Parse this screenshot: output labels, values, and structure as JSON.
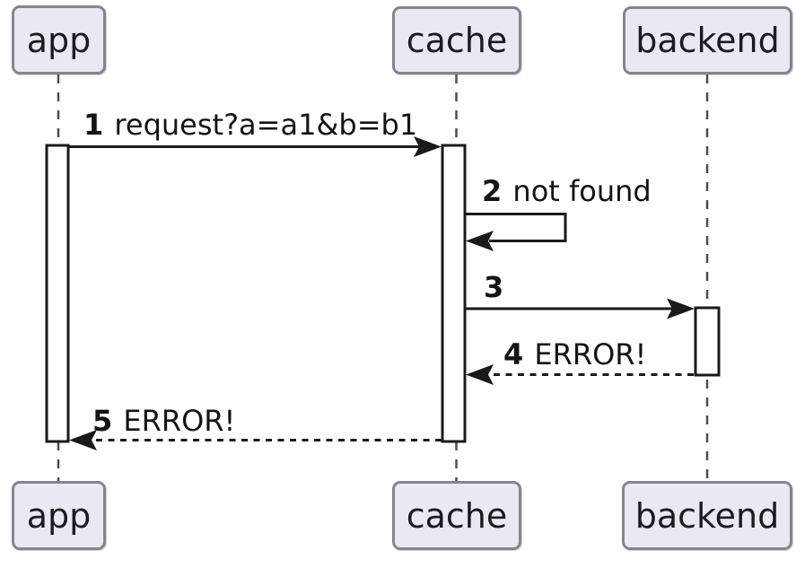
{
  "diagram": {
    "type": "sequence-diagram",
    "participants": [
      {
        "id": "app",
        "label": "app"
      },
      {
        "id": "cache",
        "label": "cache"
      },
      {
        "id": "backend",
        "label": "backend"
      }
    ],
    "messages": [
      {
        "num": "1",
        "text": "request?a=a1&b=b1",
        "from": "app",
        "to": "cache",
        "line": "solid"
      },
      {
        "num": "2",
        "text": "not found",
        "from": "cache",
        "to": "cache",
        "line": "solid-self"
      },
      {
        "num": "3",
        "text": "",
        "from": "cache",
        "to": "backend",
        "line": "solid"
      },
      {
        "num": "4",
        "text": "ERROR!",
        "from": "backend",
        "to": "cache",
        "line": "dashed"
      },
      {
        "num": "5",
        "text": "ERROR!",
        "from": "cache",
        "to": "app",
        "line": "dashed"
      }
    ],
    "colors": {
      "background": "#ffffff",
      "participant_fill": "#e9e9f2",
      "participant_border": "#85858f",
      "participant_text": "#1b1b20",
      "message_line": "#1a1a1a",
      "lifeline": "#4d4d4d",
      "activation_fill": "#ffffff"
    }
  }
}
